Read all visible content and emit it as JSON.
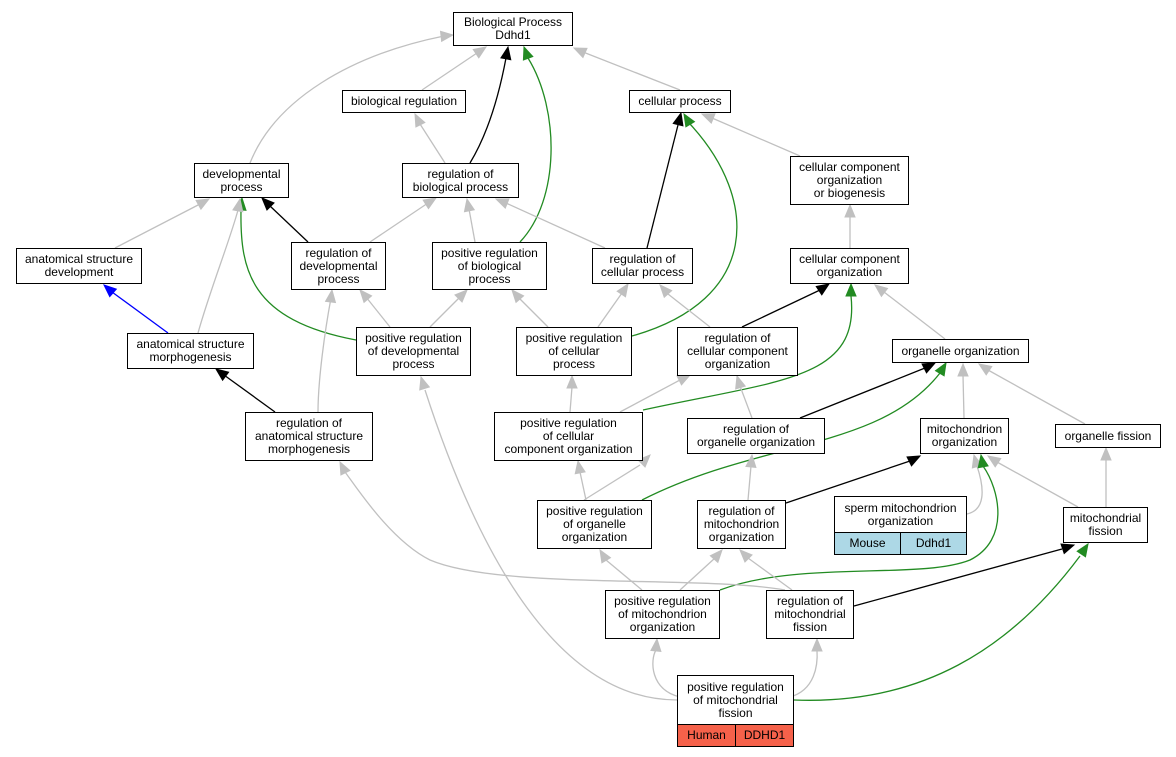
{
  "root": "Biological Process\nDdhd1",
  "nodes": {
    "biological_regulation": "biological regulation",
    "cellular_process": "cellular process",
    "developmental_process": "developmental\nprocess",
    "regulation_of_biological_process": "regulation of\nbiological process",
    "cellular_component_organization_or_biogenesis": "cellular component\norganization\nor biogenesis",
    "anatomical_structure_development": "anatomical structure\ndevelopment",
    "regulation_of_developmental_process": "regulation of\ndevelopmental\nprocess",
    "positive_regulation_of_biological_process": "positive regulation\nof biological\nprocess",
    "regulation_of_cellular_process": "regulation of\ncellular process",
    "cellular_component_organization": "cellular component\norganization",
    "anatomical_structure_morphogenesis": "anatomical structure\nmorphogenesis",
    "positive_regulation_of_developmental_process": "positive regulation\nof developmental\nprocess",
    "positive_regulation_of_cellular_process": "positive regulation\nof cellular\nprocess",
    "regulation_of_cellular_component_organization": "regulation of\ncellular component\norganization",
    "organelle_organization": "organelle organization",
    "regulation_of_anatomical_structure_morphogenesis": "regulation of\nanatomical structure\nmorphogenesis",
    "positive_regulation_of_cellular_component_organization": "positive regulation\nof cellular\ncomponent organization",
    "regulation_of_organelle_organization": "regulation of\norganelle organization",
    "mitochondrion_organization": "mitochondrion\norganization",
    "organelle_fission": "organelle fission",
    "positive_regulation_of_organelle_organization": "positive regulation\nof organelle\norganization",
    "regulation_of_mitochondrion_organization": "regulation of\nmitochondrion\norganization",
    "mitochondrial_fission": "mitochondrial\nfission",
    "positive_regulation_of_mitochondrion_organization": "positive regulation\nof mitochondrion\norganization",
    "regulation_of_mitochondrial_fission": "regulation of\nmitochondrial\nfission"
  },
  "sperm_node": {
    "label": "sperm mitochondrion\norganization",
    "species": "Mouse",
    "gene": "Ddhd1",
    "color": "#add8e6"
  },
  "focus_node": {
    "label": "positive regulation\nof mitochondrial\nfission",
    "species": "Human",
    "gene": "DDHD1",
    "color": "#f5614a"
  },
  "edge_colors": {
    "is_a": "#c0c0c0",
    "regulates": "#000000",
    "positively_regulates": "#228b22",
    "part_of": "#0000ff"
  }
}
